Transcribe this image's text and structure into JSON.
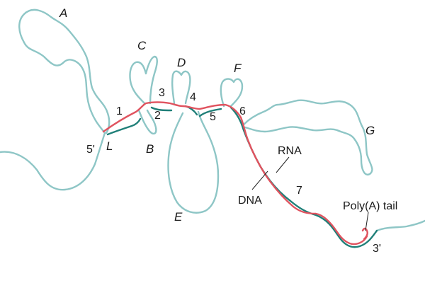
{
  "colors": {
    "intron_loop": "#8ec6c6",
    "dna_exon": "#1f7f78",
    "rna": "#e0535f",
    "text": "#1a1a1a"
  },
  "labels": {
    "loops": {
      "A": "A",
      "B": "B",
      "C": "C",
      "D": "D",
      "E": "E",
      "F": "F",
      "G": "G"
    },
    "leader_segment": "L",
    "exons": {
      "e1": "1",
      "e2": "2",
      "e3": "3",
      "e4": "4",
      "e5": "5",
      "e6": "6",
      "e7": "7"
    },
    "end_5prime": "5'",
    "end_3prime": "3'",
    "rna": "RNA",
    "dna": "DNA",
    "poly_a_tail": "Poly(A) tail"
  }
}
